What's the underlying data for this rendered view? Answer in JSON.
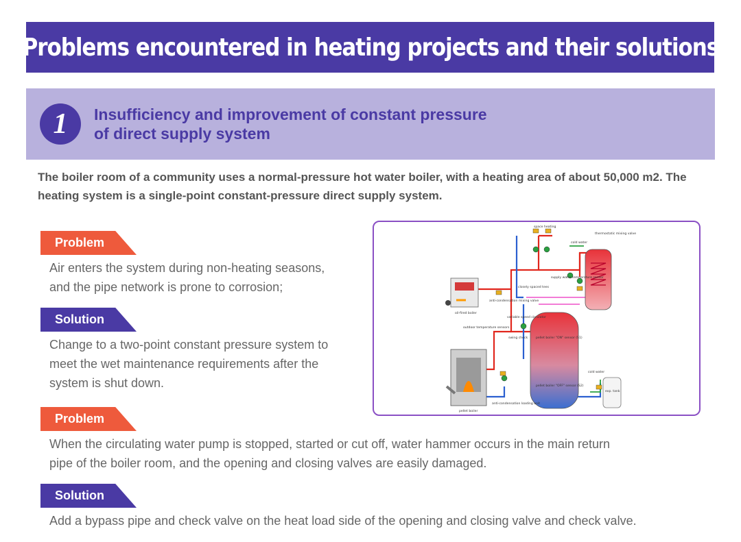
{
  "header": {
    "title": "Problems encountered in heating projects and their solutions"
  },
  "section": {
    "number": "1",
    "title_line1": "Insufficiency and improvement of constant pressure",
    "title_line2": "of direct supply system"
  },
  "intro": "The boiler room of a community uses a normal-pressure hot water boiler, with a heating area of about 50,000 m2. The heating system is a single-point constant-pressure direct supply system.",
  "items": [
    {
      "tag": "Problem",
      "text_line1": "Air enters the system during non-heating seasons,",
      "text_line2": "and the pipe network is prone to corrosion;"
    },
    {
      "tag": "Solution",
      "text_line1": "Change to a two-point constant pressure system to",
      "text_line2": "meet the wet maintenance requirements after the",
      "text_line3": "system is shut down."
    },
    {
      "tag": "Problem",
      "text_line1": "When the circulating water pump is stopped, started or cut off, water hammer occurs in the main return",
      "text_line2": "pipe of the boiler room, and the opening and closing valves are easily damaged."
    },
    {
      "tag": "Solution",
      "text_line1": "Add a bypass pipe and check valve on the heat load side of the opening and closing valve and check valve."
    }
  ],
  "diagram": {
    "labels": {
      "space_heating": "space heating",
      "thermostatic_mixing_valve": "thermostatic mixing valve",
      "cold_water_top": "cold water",
      "supply_water_temp_sensor": "supply water temperature sensor",
      "closely_spaced_tees": "closely spaced tees",
      "oil_fired_boiler": "oil-fired boiler",
      "anti_condensation_mixing_valve": "anti-condensation mixing valve",
      "variable_speed_circulator": "variable speed circulator",
      "outdoor_temp_sensors": "outdoor temperature sensors",
      "swing_check": "swing check",
      "pellet_boiler_top_sensor": "pellet boiler \"ON\" sensor (S1)",
      "pellet_boiler_bottom_sensor": "pellet boiler \"OFF\" sensor (S2)",
      "cold_water_right": "cold water",
      "exp_tank": "exp. tank",
      "anti_condensation_loading_unit": "anti-condensation loading unit",
      "pellet_boiler": "pellet boiler"
    }
  }
}
